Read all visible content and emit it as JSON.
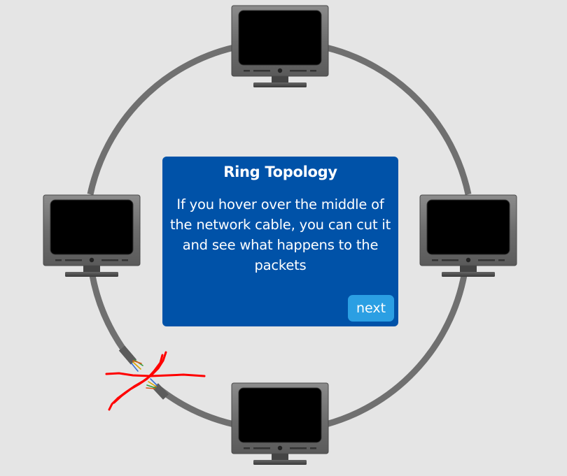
{
  "panel": {
    "title": "Ring Topology",
    "message": "If you hover over the middle of the network cable, you can cut it and see what happens to the packets",
    "next_label": "next"
  },
  "network": {
    "topology": "ring",
    "nodes": [
      "top",
      "right",
      "bottom",
      "left"
    ],
    "cut_segment": "left-bottom",
    "cut_marker_color": "#ff0000",
    "cable_color": "#707070",
    "panel_color": "#0052a8",
    "button_color": "#2b9fe3"
  }
}
